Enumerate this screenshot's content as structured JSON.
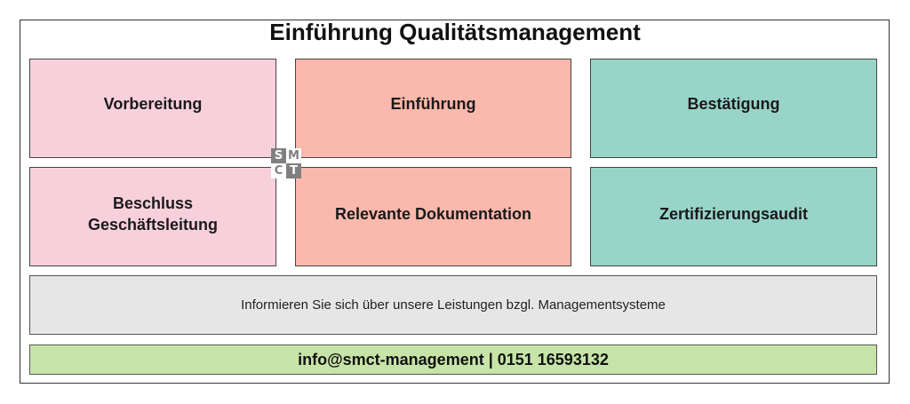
{
  "title": "Einführung Qualitätsmanagement",
  "boxes": {
    "vorbereitung": {
      "lines": [
        "Vorbereitung"
      ]
    },
    "einfuehrung": {
      "lines": [
        "Einführung"
      ]
    },
    "bestaetigung": {
      "lines": [
        "Bestätigung"
      ]
    },
    "beschluss": {
      "lines": [
        "Beschluss",
        "Geschäftsleitung"
      ]
    },
    "dokumentation": {
      "lines": [
        "Relevante Dokumentation"
      ]
    },
    "audit": {
      "lines": [
        "Zertifizierungsaudit"
      ]
    }
  },
  "info_text": "Informieren Sie sich über unsere Leistungen bzgl. Managementsysteme",
  "contact_text": "info@smct-management | 0151 16593132",
  "logo": {
    "letters": [
      "S",
      "M",
      "C",
      "T"
    ]
  },
  "colors": {
    "pink": "#f8d0dc",
    "salmon": "#fbb8ac",
    "teal": "#98d4c8",
    "info_bg": "#e6e6e6",
    "contact_bg": "#c6e4a8"
  }
}
